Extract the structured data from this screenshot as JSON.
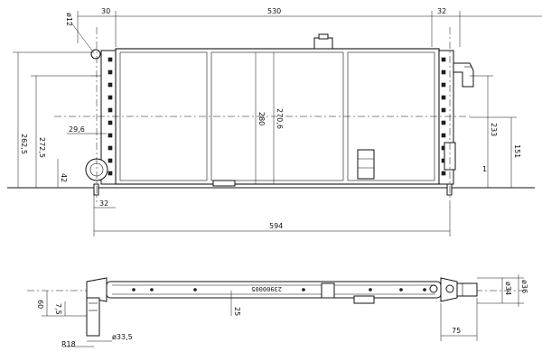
{
  "dimensions": {
    "top_view": {
      "hole_dia": "ø12",
      "left_offset": "30",
      "core_width": "530",
      "right_offset": "32",
      "overall_height": "262,5",
      "inner_height": "272,5",
      "core_height": "280",
      "tank_height": "270,6",
      "right_height": "233",
      "right_lower": "151",
      "small_right": "1",
      "left_port_offset": "29,6",
      "left_bottom": "42",
      "bottom_left": "32",
      "overall_width": "594"
    },
    "side_view": {
      "outlet_height": "60",
      "small_offset": "7,5",
      "center_height": "25",
      "pipe_dia": "ø33,5",
      "radius": "R18",
      "end_width": "75",
      "right_dia_small": "ø34",
      "right_dia_large": "ø36"
    }
  },
  "stamp_text": "23900005"
}
